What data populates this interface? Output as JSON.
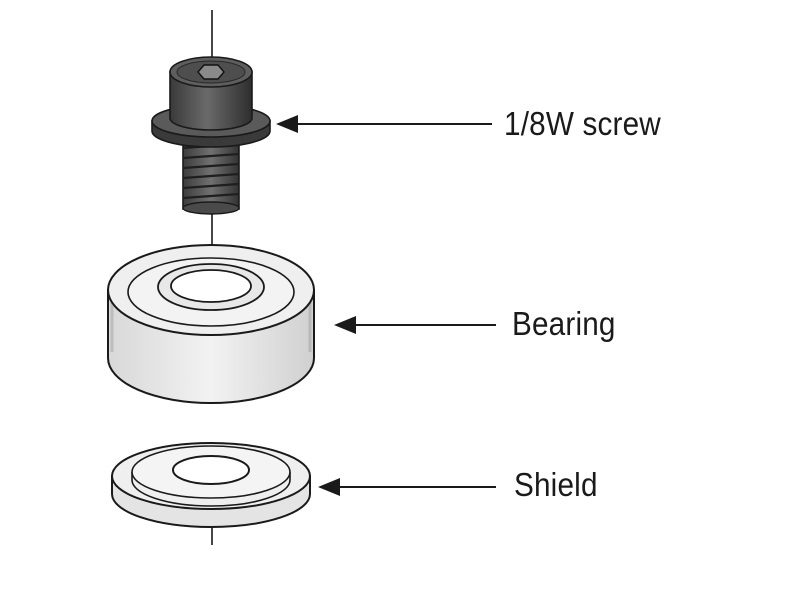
{
  "labels": {
    "screw": "1/8W screw",
    "bearing": "Bearing",
    "shield": "Shield"
  },
  "parts": [
    {
      "name": "1/8W screw",
      "icon": "socket-head-screw-icon"
    },
    {
      "name": "Bearing",
      "icon": "ball-bearing-icon"
    },
    {
      "name": "Shield",
      "icon": "shield-washer-icon"
    }
  ],
  "colors": {
    "line": "#1a1a1a",
    "screw_fill": "#555555",
    "bearing_fill": "#e6e6e6",
    "shield_fill": "#ececec",
    "background": "#ffffff"
  }
}
